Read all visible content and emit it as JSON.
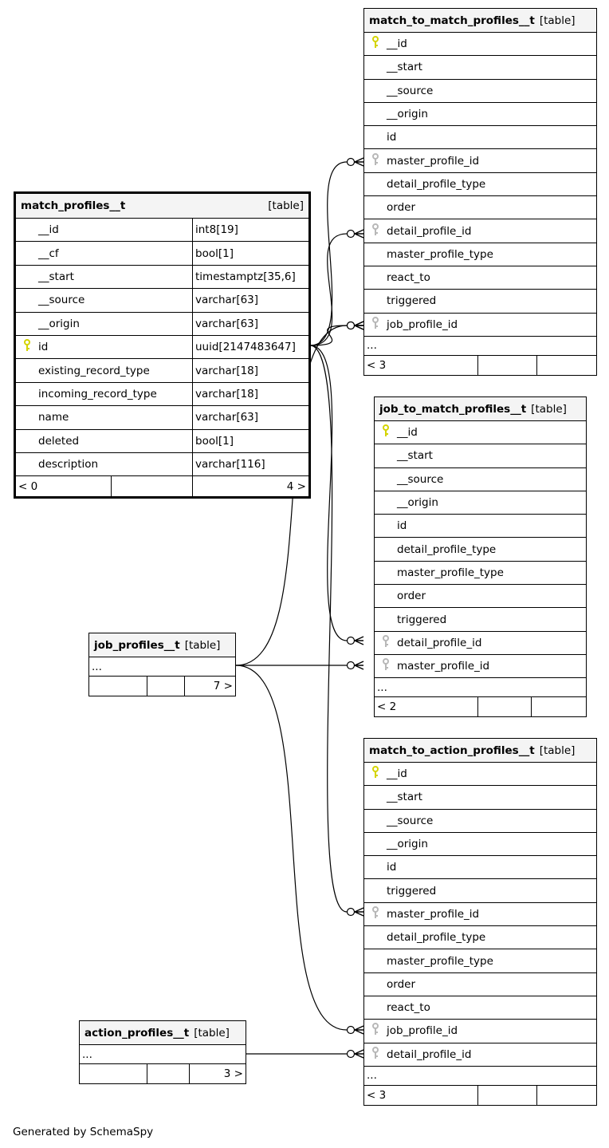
{
  "tables": [
    {
      "id": "mtm",
      "name": "match_to_match_profiles__t",
      "type": "[table]",
      "rows": [
        {
          "col": "__id",
          "key": "primary"
        },
        {
          "col": "__start"
        },
        {
          "col": "__source"
        },
        {
          "col": "__origin"
        },
        {
          "col": "id"
        },
        {
          "col": "master_profile_id",
          "key": "foreign"
        },
        {
          "col": "detail_profile_type"
        },
        {
          "col": "order"
        },
        {
          "col": "detail_profile_id",
          "key": "foreign"
        },
        {
          "col": "master_profile_type"
        },
        {
          "col": "react_to"
        },
        {
          "col": "triggered"
        },
        {
          "col": "job_profile_id",
          "key": "foreign"
        }
      ],
      "more": "...",
      "footer": [
        "< 3",
        "",
        ""
      ]
    },
    {
      "id": "mp",
      "name": "match_profiles__t",
      "type": "[table]",
      "main": true,
      "rows": [
        {
          "col": "__id",
          "type": "int8[19]"
        },
        {
          "col": "__cf",
          "type": "bool[1]"
        },
        {
          "col": "__start",
          "type": "timestamptz[35,6]"
        },
        {
          "col": "__source",
          "type": "varchar[63]"
        },
        {
          "col": "__origin",
          "type": "varchar[63]"
        },
        {
          "col": "id",
          "type": "uuid[2147483647]",
          "key": "primary"
        },
        {
          "col": "existing_record_type",
          "type": "varchar[18]"
        },
        {
          "col": "incoming_record_type",
          "type": "varchar[18]"
        },
        {
          "col": "name",
          "type": "varchar[63]"
        },
        {
          "col": "deleted",
          "type": "bool[1]"
        },
        {
          "col": "description",
          "type": "varchar[116]"
        }
      ],
      "footer": [
        "< 0",
        "",
        "4 >"
      ]
    },
    {
      "id": "jtm",
      "name": "job_to_match_profiles__t",
      "type": "[table]",
      "rows": [
        {
          "col": "__id",
          "key": "primary"
        },
        {
          "col": "__start"
        },
        {
          "col": "__source"
        },
        {
          "col": "__origin"
        },
        {
          "col": "id"
        },
        {
          "col": "detail_profile_type"
        },
        {
          "col": "master_profile_type"
        },
        {
          "col": "order"
        },
        {
          "col": "triggered"
        },
        {
          "col": "detail_profile_id",
          "key": "foreign"
        },
        {
          "col": "master_profile_id",
          "key": "foreign"
        }
      ],
      "more": "...",
      "footer": [
        "< 2",
        "",
        ""
      ]
    },
    {
      "id": "jp",
      "name": "job_profiles__t",
      "type": "[table]",
      "rows": [],
      "more": "...",
      "footer": [
        "",
        "",
        "7 >"
      ]
    },
    {
      "id": "mta",
      "name": "match_to_action_profiles__t",
      "type": "[table]",
      "rows": [
        {
          "col": "__id",
          "key": "primary"
        },
        {
          "col": "__start"
        },
        {
          "col": "__source"
        },
        {
          "col": "__origin"
        },
        {
          "col": "id"
        },
        {
          "col": "triggered"
        },
        {
          "col": "master_profile_id",
          "key": "foreign"
        },
        {
          "col": "detail_profile_type"
        },
        {
          "col": "master_profile_type"
        },
        {
          "col": "order"
        },
        {
          "col": "react_to"
        },
        {
          "col": "job_profile_id",
          "key": "foreign"
        },
        {
          "col": "detail_profile_id",
          "key": "foreign"
        }
      ],
      "more": "...",
      "footer": [
        "< 3",
        "",
        ""
      ]
    },
    {
      "id": "ap",
      "name": "action_profiles__t",
      "type": "[table]",
      "rows": [],
      "more": "...",
      "footer": [
        "",
        "",
        "3 >"
      ]
    }
  ],
  "colors": {
    "primary_key": "#d4d400",
    "foreign_key": "#b8b8b8",
    "header_bg": "#f4f4f4"
  },
  "generated_by": "Generated by SchemaSpy"
}
